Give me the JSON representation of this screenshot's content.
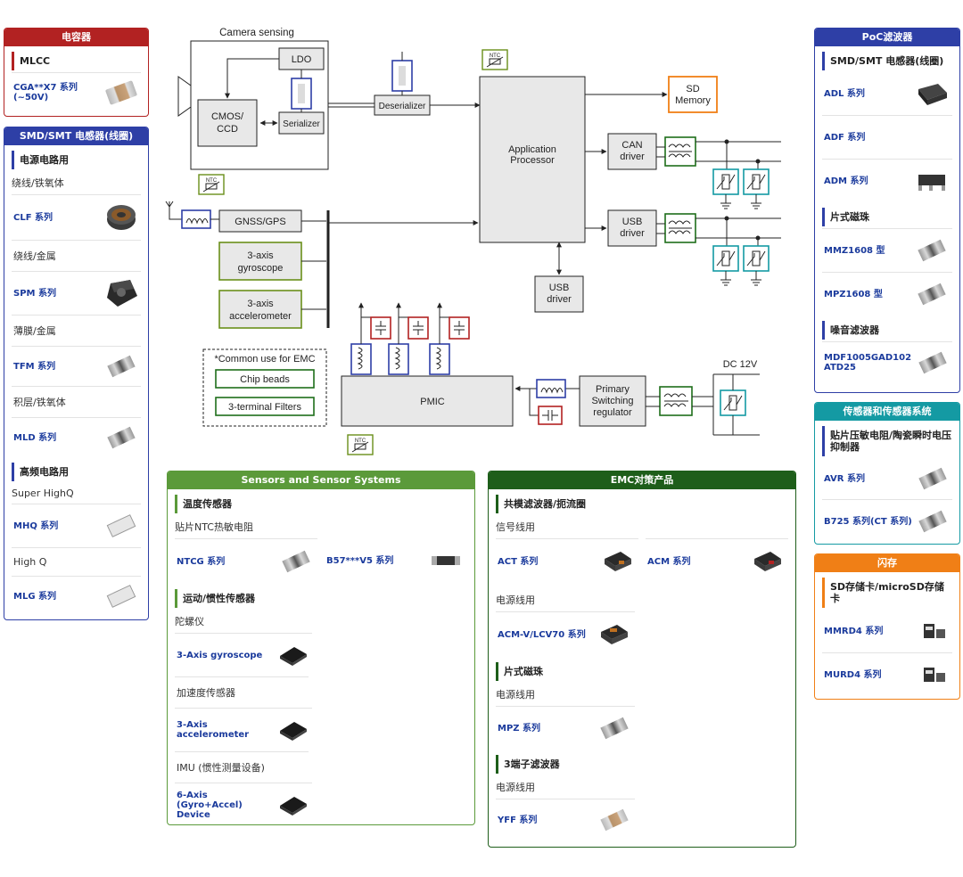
{
  "colors": {
    "red": "#b22222",
    "blue": "#2e3fa6",
    "green": "#5b9a3a",
    "darkgreen": "#1e5e1a",
    "teal": "#149aa3",
    "orange": "#f07f16"
  },
  "diagram": {
    "camera_title": "Camera  sensing",
    "ldo": "LDO",
    "cmos_1": "CMOS/",
    "cmos_2": "CCD",
    "serializer": "Serializer",
    "deserializer": "Deserializer",
    "ap_1": "Application",
    "ap_2": "Processor",
    "sd_1": "SD",
    "sd_2": "Memory",
    "can_1": "CAN",
    "can_2": "driver",
    "usb_1": "USB",
    "usb_2": "driver",
    "usbd_1": "USB",
    "usbd_2": "driver",
    "gnss": "GNSS/GPS",
    "gyro_1": "3-axis",
    "gyro_2": "gyroscope",
    "accel_1": "3-axis",
    "accel_2": "accelerometer",
    "emc_title": "*Common use for EMC",
    "chip_beads": "Chip beads",
    "filters": "3-terminal Filters",
    "pmic": "PMIC",
    "psr_1": "Primary",
    "psr_2": "Switching",
    "psr_3": "regulator",
    "dc": "DC 12V",
    "ntc": "NTC"
  },
  "capacitor": {
    "header": "电容器",
    "section": "MLCC",
    "item": "CGA**X7 系列(~50V)"
  },
  "smd_inductor": {
    "header": "SMD/SMT 电感器(线圈)",
    "section1": "电源电路用",
    "sub1": "绕线/铁氧体",
    "item1": "CLF 系列",
    "sub2": "绕线/金属",
    "item2": "SPM 系列",
    "sub3": "薄膜/金属",
    "item3": "TFM 系列",
    "sub4": "积层/铁氧体",
    "item4": "MLD 系列",
    "section2": "高频电路用",
    "sub5": "Super HighQ",
    "item5": "MHQ 系列",
    "sub6": "High Q",
    "item6": "MLG 系列"
  },
  "poc": {
    "header": "PoC滤波器",
    "section1": "SMD/SMT 电感器(线圈)",
    "item1": "ADL 系列",
    "item2": "ADF 系列",
    "item3": "ADM 系列",
    "section2": "片式磁珠",
    "item4": "MMZ1608 型",
    "item5": "MPZ1608 型",
    "section3": "噪音滤波器",
    "item6": "MDF1005GAD102ATD25"
  },
  "sensor_systems": {
    "header": "传感器和传感器系统",
    "section": "贴片压敏电阻/陶瓷瞬时电压抑制器",
    "item1": "AVR 系列",
    "item2": "B725 系列(CT 系列)"
  },
  "flash": {
    "header": "闪存",
    "section": "SD存储卡/microSD存储卡",
    "item1": "MMRD4 系列",
    "item2": "MURD4 系列"
  },
  "sensors": {
    "header": "Sensors and Sensor Systems",
    "section1": "温度传感器",
    "sub1": "贴片NTC热敏电阻",
    "item1": "NTCG 系列",
    "item2": "B57***V5 系列",
    "section2": "运动/惯性传感器",
    "sub2": "陀螺仪",
    "item3": "3-Axis gyroscope",
    "sub3": "加速度传感器",
    "item4": "3-Axis accelerometer",
    "sub4": "IMU (惯性测量设备)",
    "item5": "6-Axis (Gyro+Accel) Device"
  },
  "emc": {
    "header": "EMC对策产品",
    "section1": "共模滤波器/扼流圈",
    "sub1": "信号线用",
    "item1": "ACT 系列",
    "item2": "ACM 系列",
    "sub2": "电源线用",
    "item3": "ACM-V/LCV70 系列",
    "section2": "片式磁珠",
    "sub3": "电源线用",
    "item4": "MPZ 系列",
    "section3": "3端子滤波器",
    "sub4": "电源线用",
    "item5": "YFF 系列"
  }
}
